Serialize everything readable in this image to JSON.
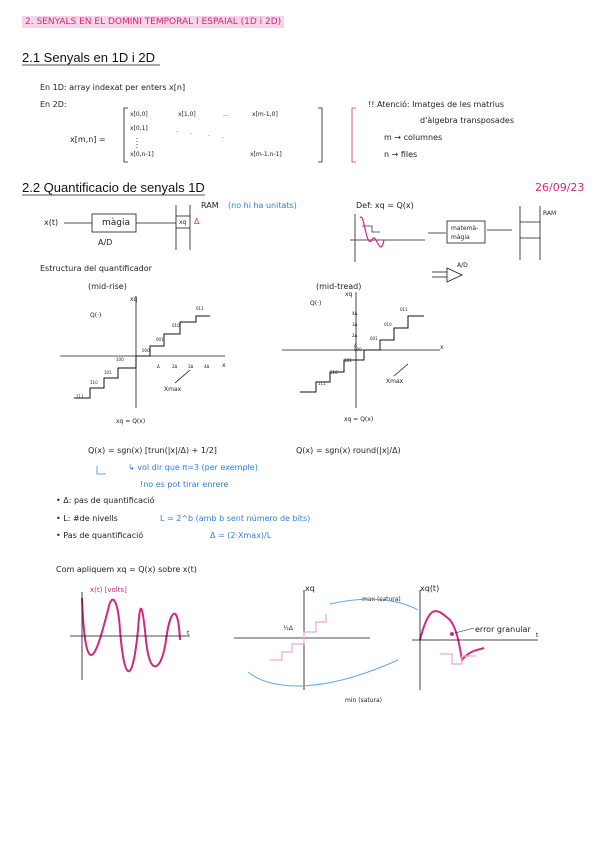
{
  "header": {
    "label": "2. SENYALS EN EL DOMINI TEMPORAL I ESPAIAL (1D i 2D)"
  },
  "section_21": {
    "title": "2.1 Senyals en 1D i 2D",
    "line_1d": "En 1D: array indexat per enters   x[n]",
    "line_2d": "En 2D:",
    "matrix_label": "x[m,n] =",
    "matrix_r1": [
      "x[0,0]",
      "x[1,0]",
      "...",
      "x[m-1,0]"
    ],
    "matrix_r2": [
      "x[0,1]",
      ".",
      ".",
      ".",
      "."
    ],
    "matrix_r3": [
      "x[0,n-1]",
      "x[m-1,n-1]"
    ],
    "note_1": "!! Atenció: Imatges de les matrius",
    "note_2": "d'àlgebra transposades",
    "note_3": "m → columnes",
    "note_4": "n → files"
  },
  "section_22": {
    "title": "2.2 Quantificacio de senyals 1D",
    "date": "26/09/23",
    "xt": "x(t)",
    "magia": "màgia",
    "ad": "A/D",
    "xq_box": "xq",
    "delta": "Δ",
    "ram_note_a": "RAM",
    "ram_note_b": "(no hi ha unitats)",
    "def": "Def: xq = Q(x)",
    "matematica": "matemà-\nmàgia",
    "ram_right": "RAM",
    "ad_right": "A/D",
    "estructura": "Estructura del quantificador",
    "mid_rise": "(mid-rise)",
    "mid_tread": "(mid-tread)",
    "q_label": "Q(·)",
    "xq_axis": "xq",
    "x_axis": "x",
    "xmax": "Xmax",
    "xq_eq": "xq = Q(x)",
    "codes_rise": [
      "011",
      "010",
      "001",
      "000",
      "100",
      "101",
      "110",
      "111"
    ],
    "codes_tread": [
      "011",
      "010",
      "001",
      "000",
      "101",
      "110",
      "111"
    ],
    "ticks": [
      "Δ",
      "2Δ",
      "3Δ",
      "4Δ"
    ],
    "formula_rise": "Q(x) = sgn(x) [trun(|x|/Δ) + 1/2]",
    "formula_tread": "Q(x) = sgn(x) round(|x|/Δ)",
    "note_pi": "↳ vol dir que π=3 (per exemple)",
    "note_enter": "!no es pot tirar enrere",
    "bullet_1": "• Δ: pas de quantificació",
    "bullet_2a": "• L: #de nivells",
    "bullet_2b": "L = 2^b  (amb b sent número de bits)",
    "bullet_3a": "• Pas de quantificació",
    "bullet_3b": "Δ = (2·Xmax)/L",
    "com_apliquem": "Com apliquem xq = Q(x) sobre x(t)",
    "xt_volts": "x(t) [volts]",
    "t_axis": "t",
    "xq_mid": "xq",
    "half_delta": "½Δ",
    "max_satura": "max (satura)",
    "min_satura": "min (satura)",
    "xqt": "xq(t)",
    "error_granular": "error granular"
  }
}
